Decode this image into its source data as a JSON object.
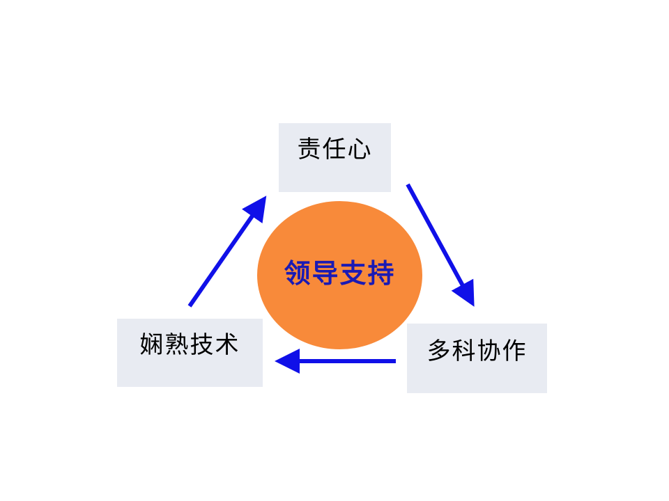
{
  "diagram": {
    "center": {
      "label": "领导支持",
      "fill": "#f88a3a",
      "text_color": "#1a1ab4"
    },
    "nodes": [
      {
        "id": "top",
        "label": "责任心"
      },
      {
        "id": "right",
        "label": "多科协作"
      },
      {
        "id": "left",
        "label": "娴熟技术"
      }
    ],
    "node_fill": "#e8ebf2",
    "arrow_color": "#1010e8",
    "edges": [
      {
        "from": "top",
        "to": "right"
      },
      {
        "from": "right",
        "to": "left"
      },
      {
        "from": "left",
        "to": "top"
      }
    ]
  }
}
